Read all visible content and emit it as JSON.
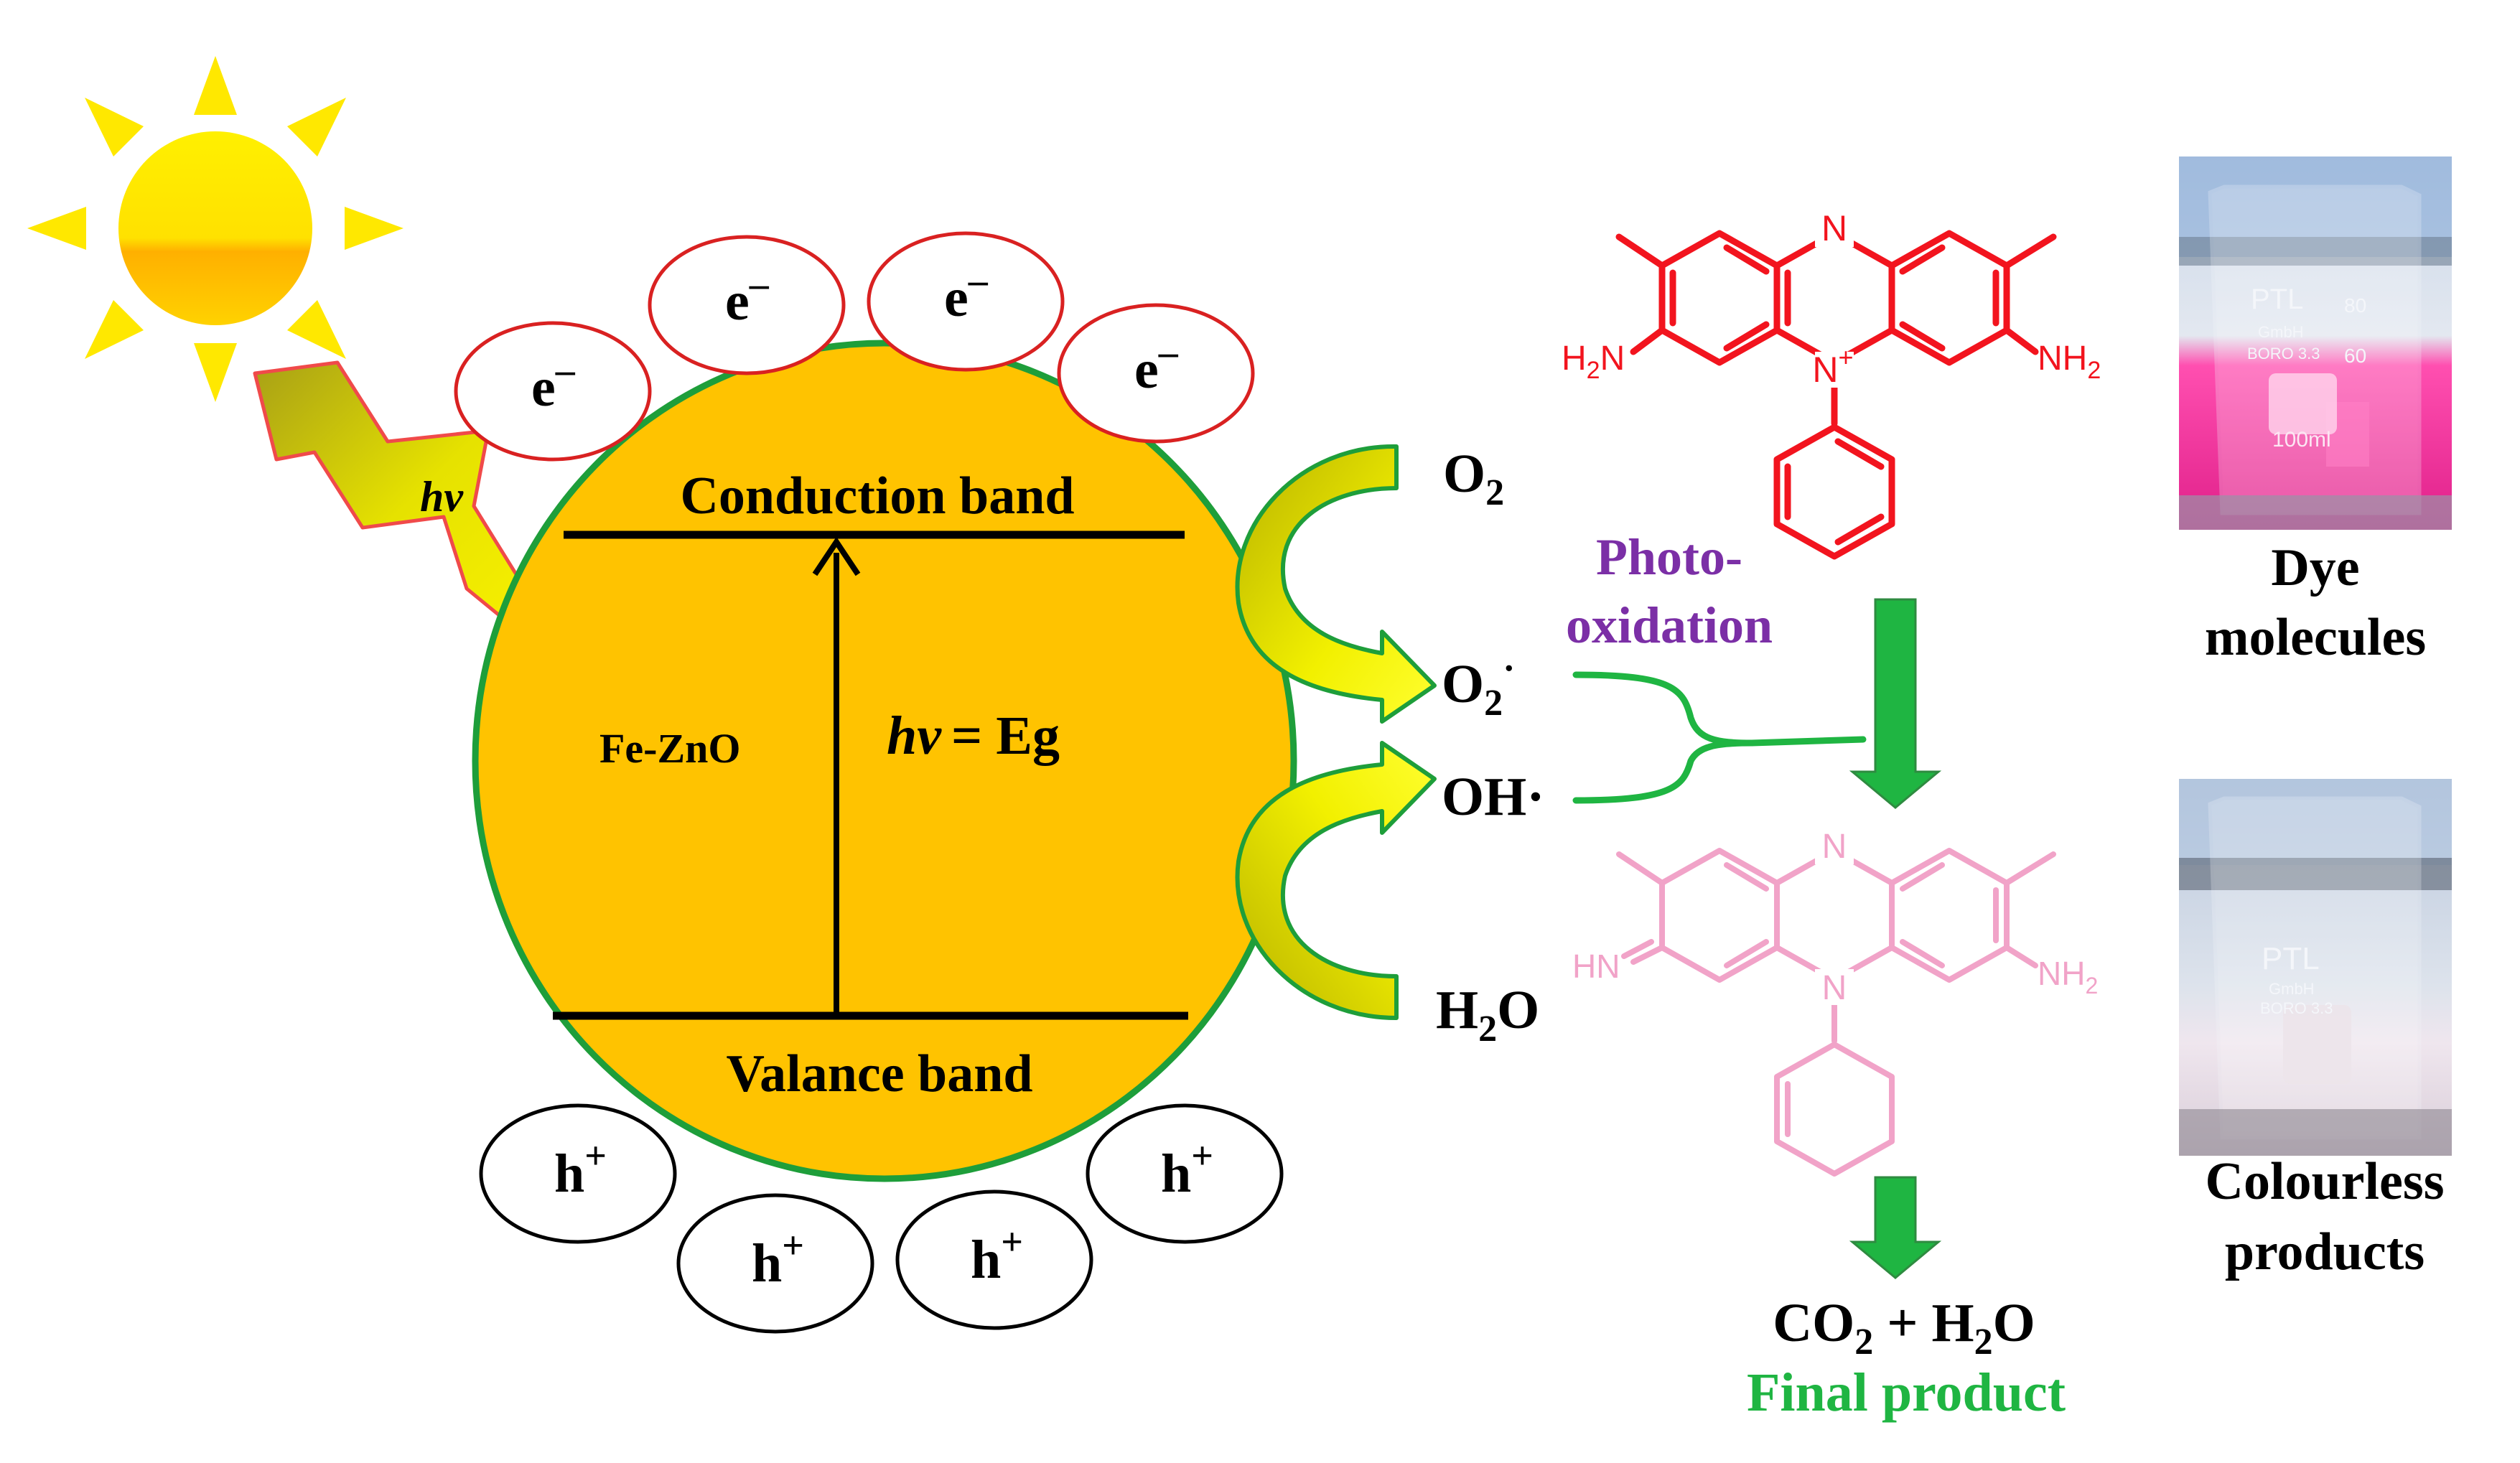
{
  "catalyst": {
    "material": "Fe-ZnO",
    "conduction_band": "Conduction band",
    "valence_band": "Valance band",
    "excitation_label": "hv",
    "gap_label": "= Eg"
  },
  "light": {
    "label": "hv"
  },
  "charges": {
    "electron_base": "e",
    "electron_sign": "–",
    "hole_base": "h",
    "hole_sign": "+"
  },
  "species": {
    "oxygen": "O",
    "oxygen_sub": "2",
    "superoxide": "O",
    "superoxide_sub": "2",
    "superoxide_dot": "·",
    "hydroxyl": "OH·",
    "water_a": "H",
    "water_sub": "2",
    "water_b": "O"
  },
  "process": {
    "label_line1": "Photo-",
    "label_line2": "oxidation"
  },
  "dye": {
    "left_amine": "H",
    "left_amine_sub": "2",
    "left_amine_n": "N",
    "right_amine": "NH",
    "right_amine_sub": "2",
    "ring_n_top": "N",
    "ring_n_center": "N",
    "ring_n_charge": "+",
    "caption_line1": "Dye",
    "caption_line2": "molecules"
  },
  "product_structure": {
    "ring_n_top": "N",
    "ring_n_center": "N",
    "imine": "HN",
    "amine": "NH",
    "amine_sub": "2"
  },
  "final": {
    "formula_a": "CO",
    "formula_sub1": "2",
    "formula_b": " + H",
    "formula_sub2": "2",
    "formula_c": "O",
    "label": "Final product"
  },
  "colourless": {
    "caption_line1": "Colourless",
    "caption_line2": "products"
  },
  "beaker_marks": {
    "brand": "PTL",
    "maker": "GmbH",
    "glass": "BORO 3.3",
    "volume": "100ml",
    "grad_60": "60",
    "grad_80": "80"
  },
  "colors": {
    "particle": "#FFC300",
    "particle_border": "#1E9E3A",
    "electron": "#D92121",
    "dye": "#F2141E",
    "product": "#F1A3C8",
    "process": "#7B2FA6",
    "flow": "#1FB542",
    "sun": "#FFE800"
  }
}
